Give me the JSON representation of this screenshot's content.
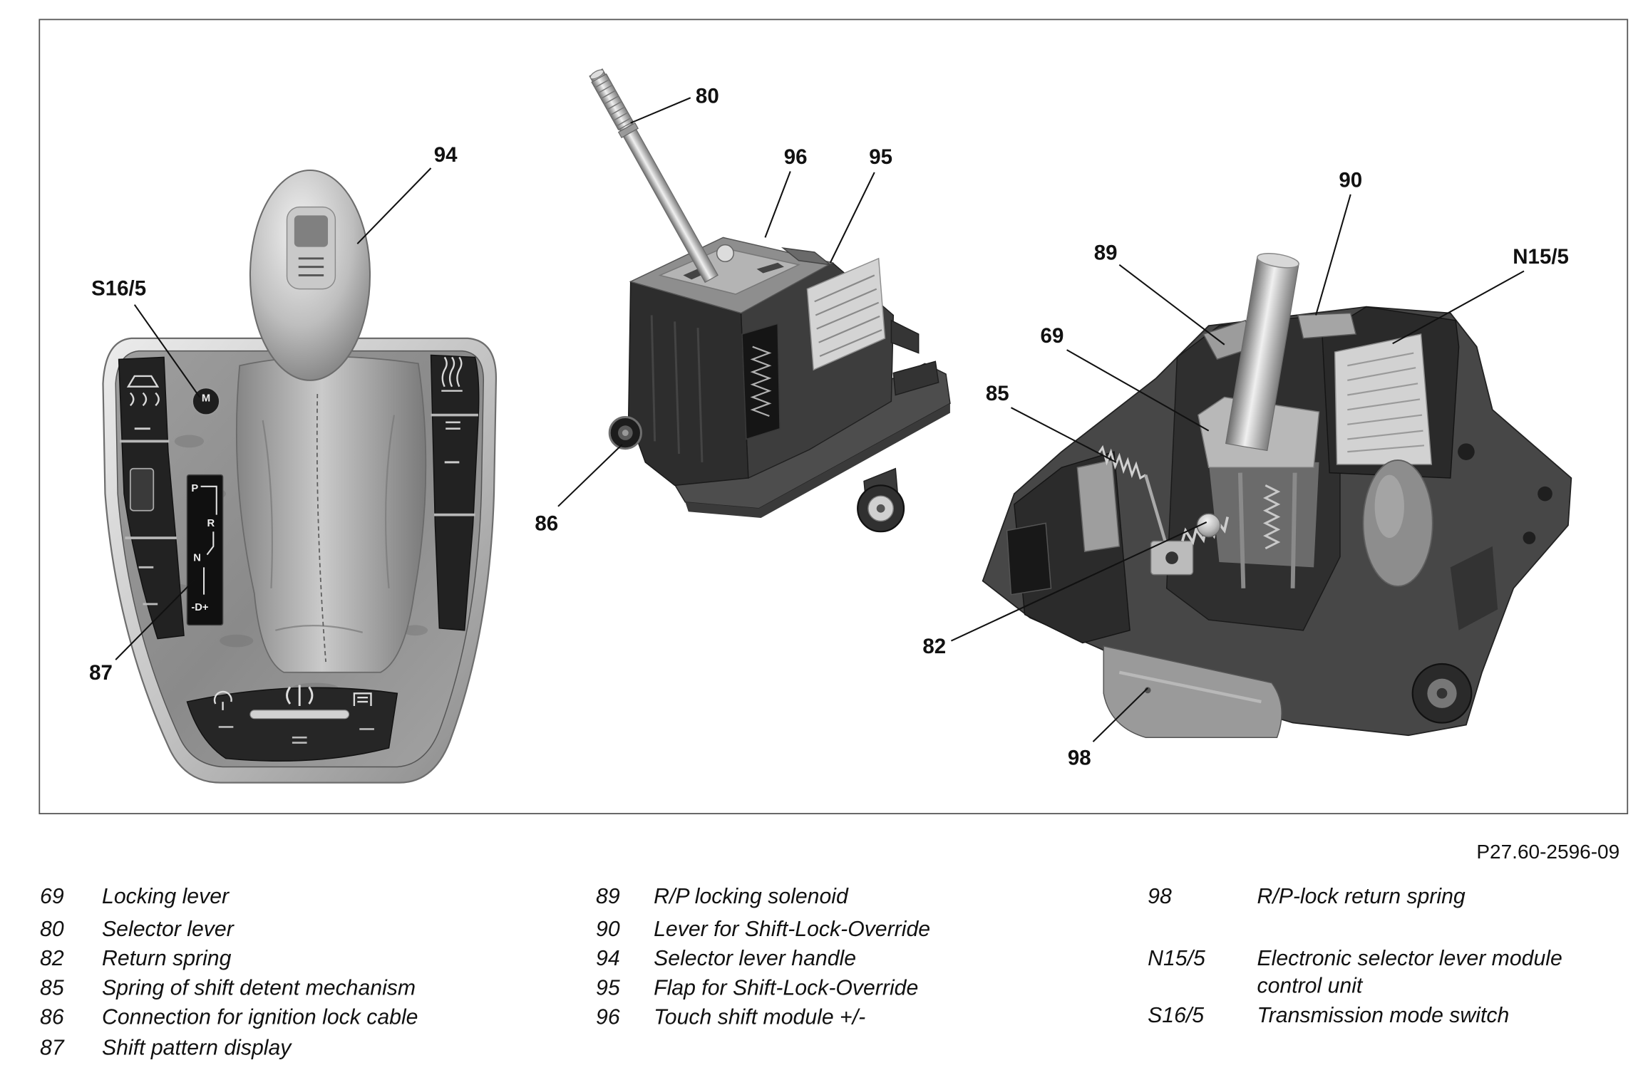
{
  "figure": {
    "id": "P27.60-2596-09"
  },
  "callouts": {
    "c94": "94",
    "cS16_5": "S16/5",
    "c87": "87",
    "c80": "80",
    "c96": "96",
    "c95": "95",
    "c86": "86",
    "c90": "90",
    "c89": "89",
    "cN15_5": "N15/5",
    "c69": "69",
    "c85": "85",
    "c82": "82",
    "c98": "98"
  },
  "console": {
    "shift_pattern": {
      "p": "P",
      "r": "R",
      "n": "N",
      "d": "-D+"
    },
    "mode_switch_label": "M"
  },
  "legend": {
    "col1": [
      {
        "num": "69",
        "text": "Locking lever"
      },
      {
        "num": "80",
        "text": "Selector lever"
      },
      {
        "num": "82",
        "text": "Return spring"
      },
      {
        "num": "85",
        "text": "Spring of shift detent mechanism"
      },
      {
        "num": "86",
        "text": "Connection for ignition lock cable"
      },
      {
        "num": "87",
        "text": "Shift pattern display"
      }
    ],
    "col2": [
      {
        "num": "89",
        "text": "R/P locking solenoid"
      },
      {
        "num": "90",
        "text": "Lever for Shift-Lock-Override"
      },
      {
        "num": "94",
        "text": "Selector lever handle"
      },
      {
        "num": "95",
        "text": "Flap for Shift-Lock-Override"
      },
      {
        "num": "96",
        "text": "Touch shift module +/-"
      }
    ],
    "col3": [
      {
        "num": "98",
        "text": "R/P-lock return spring"
      },
      {
        "num": "N15/5",
        "text": "Electronic selector lever module",
        "text_cont": "control unit"
      },
      {
        "num": "S16/5",
        "text": "Transmission mode switch"
      }
    ]
  }
}
